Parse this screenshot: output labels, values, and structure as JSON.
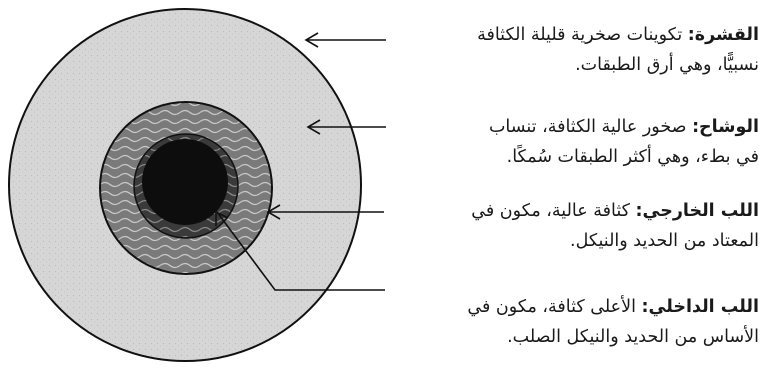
{
  "layers": [
    {
      "id": "crust",
      "term": "القشرة:",
      "line1": "تكوينات صخرية قليلة الكثافة",
      "line2": "نسبيًّا، وهي أرق الطبقات."
    },
    {
      "id": "mantle",
      "term": "الوشاح:",
      "line1": "صخور عالية الكثافة، تنساب",
      "line2": "في بطء، وهي أكثر الطبقات سُمكًا."
    },
    {
      "id": "outer-core",
      "term": "اللب الخارجي:",
      "line1": "كثافة عالية، مكون في",
      "line2": "المعتاد من الحديد والنيكل."
    },
    {
      "id": "inner-core",
      "term": "اللب الداخلي:",
      "line1": "الأعلى كثافة، مكون في",
      "line2": "الأساس من الحديد والنيكل الصلب."
    }
  ],
  "colors": {
    "crust_fill": "#d9d9d9",
    "mantle_fill": "#7a7a7a",
    "outer_core_fill": "#3a3a3a",
    "inner_core_fill": "#0d0d0d",
    "outline": "#111111"
  }
}
